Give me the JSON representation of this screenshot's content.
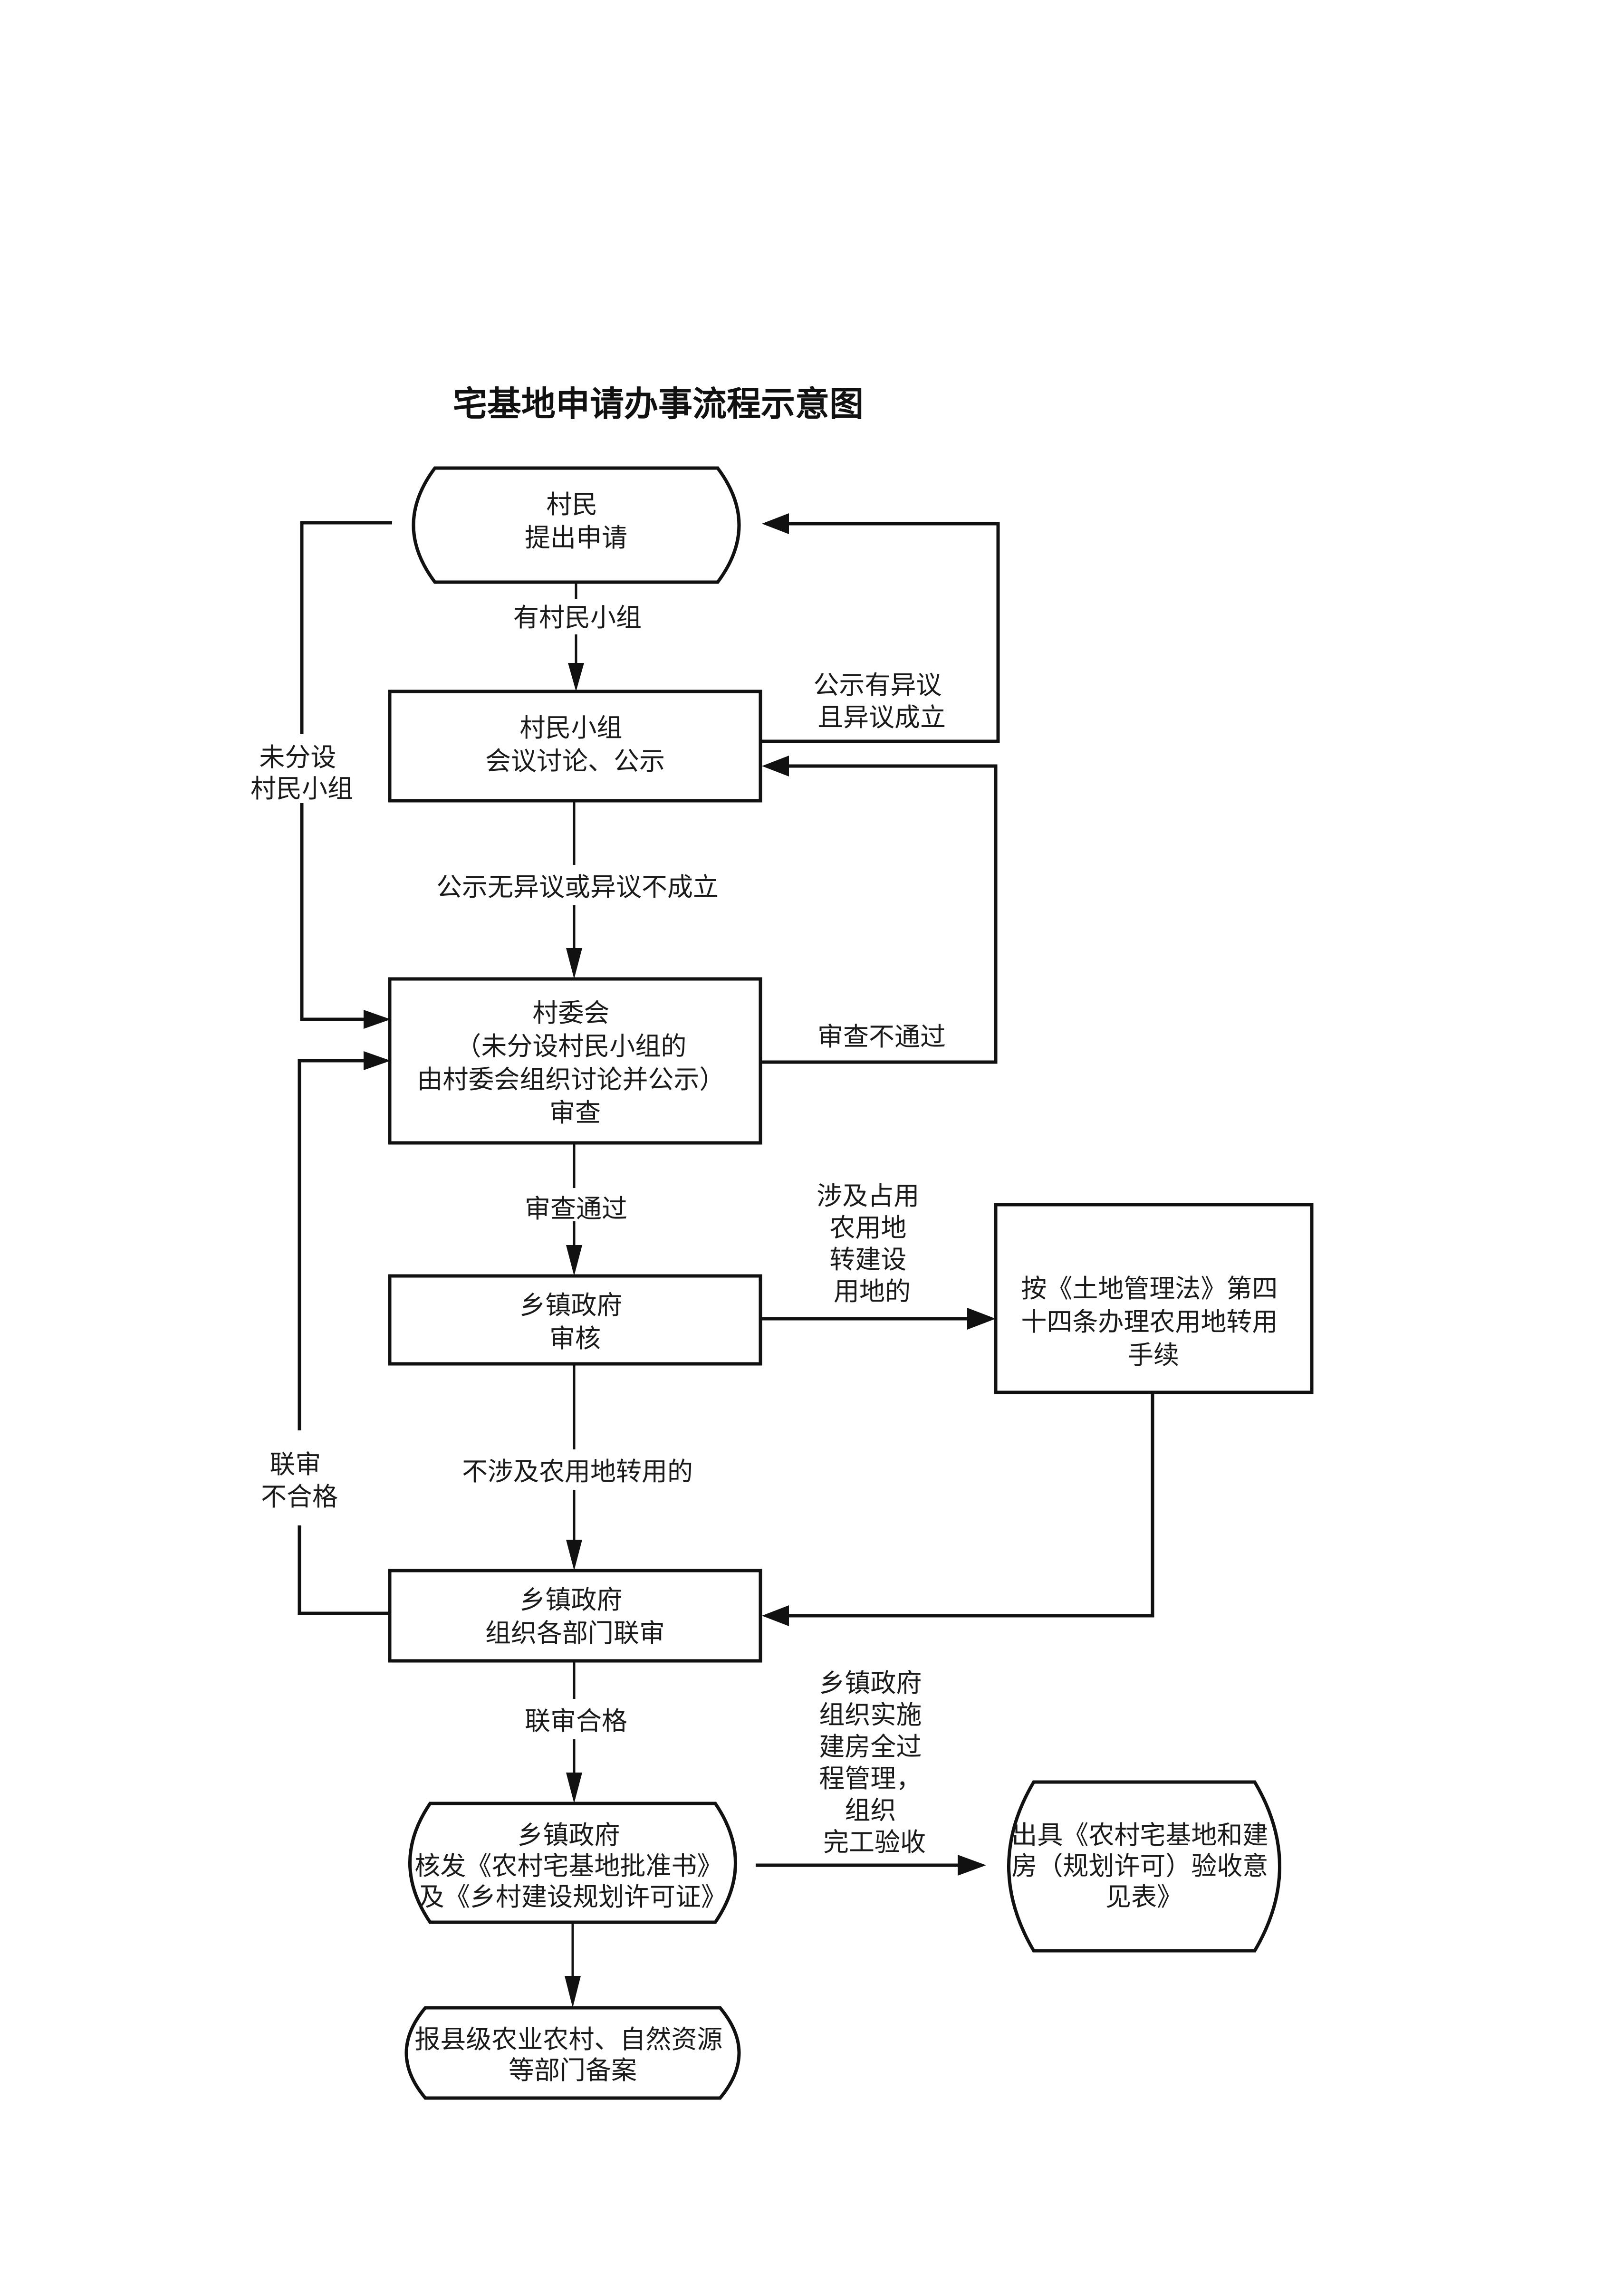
{
  "title": "宅基地申请办事流程示意图",
  "nodes": [
    {
      "id": "villager-apply",
      "shape": "terminal",
      "lines": [
        "村民",
        "提出申请"
      ]
    },
    {
      "id": "villager-group",
      "shape": "process",
      "lines": [
        "村民小组",
        "会议讨论、公示"
      ]
    },
    {
      "id": "village-committee",
      "shape": "process",
      "lines": [
        "村委会",
        "（未分设村民小组的",
        "由村委会组织讨论并公示）",
        "审查"
      ]
    },
    {
      "id": "township-review",
      "shape": "process",
      "lines": [
        "乡镇政府",
        "审核"
      ]
    },
    {
      "id": "land-law-procedure",
      "shape": "process",
      "lines": [
        "按《土地管理法》第四",
        "十四条办理农用地转用",
        "手续"
      ]
    },
    {
      "id": "township-joint-review",
      "shape": "process",
      "lines": [
        "乡镇政府",
        "组织各部门联审"
      ]
    },
    {
      "id": "township-issue",
      "shape": "terminal",
      "lines": [
        "乡镇政府",
        "核发《农村宅基地批准书》",
        "及《乡村建设规划许可证》"
      ]
    },
    {
      "id": "acceptance-form",
      "shape": "terminal",
      "lines": [
        "出具《农村宅基地和建",
        "房（规划许可）验收意",
        "见表》"
      ]
    },
    {
      "id": "county-filing",
      "shape": "terminal",
      "lines": [
        "报县级农业农村、自然资源",
        "等部门备案"
      ]
    }
  ],
  "edges": [
    {
      "from": "villager-apply",
      "to": "villager-group",
      "lines": [
        "有村民小组"
      ]
    },
    {
      "from": "villager-apply",
      "to": "village-committee",
      "lines": [
        "未分设",
        "村民小组"
      ]
    },
    {
      "from": "villager-group",
      "to": "villager-apply",
      "lines": [
        "公示有异议",
        "且异议成立"
      ]
    },
    {
      "from": "villager-group",
      "to": "village-committee",
      "lines": [
        "公示无异议或异议不成立"
      ]
    },
    {
      "from": "village-committee",
      "to": "villager-group",
      "lines": [
        "审查不通过"
      ]
    },
    {
      "from": "village-committee",
      "to": "township-review",
      "lines": [
        "审查通过"
      ]
    },
    {
      "from": "township-review",
      "to": "land-law-procedure",
      "lines": [
        "涉及占用",
        "农用地",
        "转建设",
        "用地的"
      ]
    },
    {
      "from": "township-review",
      "to": "township-joint-review",
      "lines": [
        "不涉及农用地转用的"
      ]
    },
    {
      "from": "land-law-procedure",
      "to": "township-joint-review",
      "lines": []
    },
    {
      "from": "township-joint-review",
      "to": "village-committee",
      "lines": [
        "联审",
        "不合格"
      ]
    },
    {
      "from": "township-joint-review",
      "to": "township-issue",
      "lines": [
        "联审合格"
      ]
    },
    {
      "from": "township-issue",
      "to": "acceptance-form",
      "lines": [
        "乡镇政府",
        "组织实施",
        "建房全过",
        "程管理，",
        "组织",
        "完工验收"
      ]
    },
    {
      "from": "township-issue",
      "to": "county-filing",
      "lines": []
    }
  ]
}
